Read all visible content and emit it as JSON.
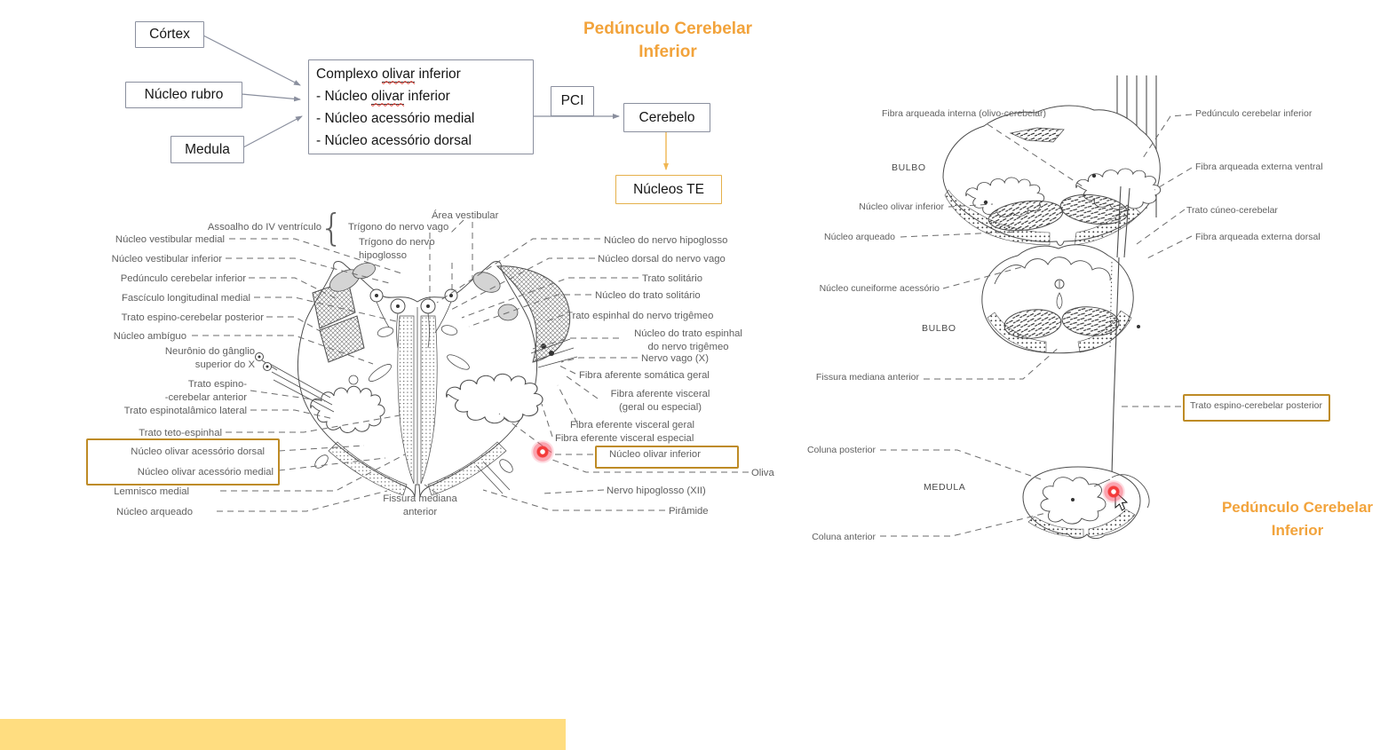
{
  "titles": {
    "top": "Pedúnculo Cerebelar\nInferior",
    "bottom": "Pedúnculo Cerebelar\nInferior"
  },
  "flowchart": {
    "cortex": "Córtex",
    "nucleo_rubro": "Núcleo rubro",
    "medula": "Medula",
    "complex": {
      "title_pre": "Complexo ",
      "title_mis": "olivar",
      "title_post": " inferior",
      "item1_pre": "- Núcleo ",
      "item1_mis": "olivar",
      "item1_post": " inferior",
      "item2": "- Núcleo acessório medial",
      "item3": "- Núcleo acessório dorsal"
    },
    "pci": "PCI",
    "cerebelo": "Cerebelo",
    "nucleos_te": "Núcleos TE"
  },
  "left_diagram": {
    "top": {
      "assoalho": "Assoalho do IV ventrículo",
      "brace": "{",
      "trigono_vago": "Trígono do nervo vago",
      "trigono_hipoglosso": "Trígono do nervo\nhipoglosso",
      "area_vestibular": "Área vestibular"
    },
    "left": [
      "Núcleo vestibular medial",
      "Núcleo vestibular inferior",
      "Pedúnculo cerebelar inferior",
      "Fascículo longitudinal medial",
      "Trato espino-cerebelar posterior",
      "Núcleo ambíguo",
      "Neurônio do gânglio\nsuperior do X",
      "Trato espino-\n-cerebelar anterior",
      "Trato espinotalâmico lateral",
      "Trato teto-espinhal",
      "Núcleo olivar acessório dorsal",
      "Núcleo olivar acessório medial",
      "Lemnisco medial",
      "Núcleo arqueado"
    ],
    "right": [
      "Núcleo do nervo hipoglosso",
      "Núcleo dorsal do nervo vago",
      "Trato solitário",
      "Núcleo do trato solitário",
      "Trato espinhal do nervo trigêmeo",
      "Núcleo do trato espinhal\ndo nervo trigêmeo",
      "Nervo vago (X)",
      "Fibra aferente somática geral",
      "Fibra aferente visceral\n(geral ou especial)",
      "Fibra eferente visceral geral",
      "Fibra eferente visceral especial",
      "Núcleo olivar inferior",
      "Oliva",
      "Nervo hipoglosso (XII)",
      "Pirâmide"
    ],
    "bottom": "Fissura mediana\nanterior"
  },
  "right_diagram": {
    "sections": [
      "BULBO",
      "BULBO",
      "MEDULA"
    ],
    "left": [
      "Fibra arqueada interna (olivo-cerebelar)",
      "Núcleo olivar inferior",
      "Núcleo arqueado",
      "Núcleo cuneiforme acessório",
      "Fissura mediana anterior",
      "Coluna posterior",
      "Coluna anterior"
    ],
    "right": [
      "Pedúnculo cerebelar inferior",
      "Fibra arqueada externa ventral",
      "Trato cúneo-cerebelar",
      "Fibra arqueada externa dorsal",
      "Trato espino-cerebelar posterior"
    ]
  },
  "colors": {
    "accent_orange": "#F2A33B",
    "highlight_box_border": "#BE8B25",
    "te_box_border": "#E5B04B",
    "flow_border": "#8A8F9E",
    "yellow_bar": "#FFDD80",
    "laser_red": "#F43B3B"
  }
}
